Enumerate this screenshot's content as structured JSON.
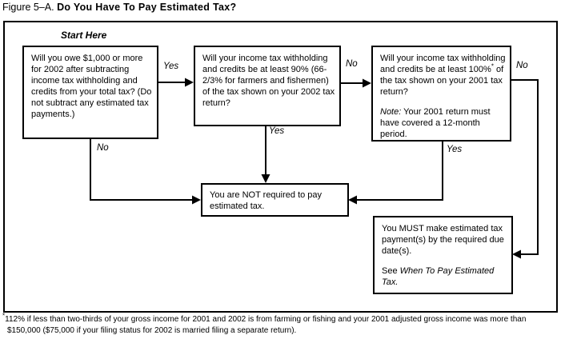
{
  "title": {
    "prefix": "Figure 5–A. ",
    "bold": "Do You Have To Pay Estimated Tax?"
  },
  "start_here": "Start Here",
  "boxes": {
    "q1": {
      "text": "Will you owe $1,000 or more for 2002 after subtracting income tax withholding and credits from your total tax? (Do not subtract any estimated tax payments.)"
    },
    "q2": {
      "text": "Will your income tax withholding and credits be at least 90% (66-2/3% for farmers and fishermen) of the tax shown on your 2002 tax return?"
    },
    "q3": {
      "text_before_sup": "Will your income tax withholding and credits be at least 100%",
      "sup": "*",
      "text_after_sup": " of the tax shown on your 2001 tax return?",
      "note_label": "Note:",
      "note_text": " Your 2001 return must have covered a 12-month period."
    },
    "not_required": {
      "text": "You are NOT required to pay estimated tax."
    },
    "must_pay": {
      "p1": "You MUST make estimated tax payment(s) by the required due date(s).",
      "see_prefix": "See ",
      "see_italic": "When To Pay Estimated Tax."
    }
  },
  "labels": {
    "q1_yes": "Yes",
    "q1_no": "No",
    "q2_no": "No",
    "q2_yes": "Yes",
    "q3_no": "No",
    "q3_yes": "Yes"
  },
  "footnote": {
    "sup": "*",
    "line1": "112% if less than two-thirds of your gross income for 2001 and 2002 is from farming or fishing and your 2001 adjusted gross income was more than",
    "line2": "$150,000 ($75,000 if your filing status for 2002 is married filing a separate return)."
  },
  "colors": {
    "ink": "#000000",
    "background": "#ffffff"
  }
}
